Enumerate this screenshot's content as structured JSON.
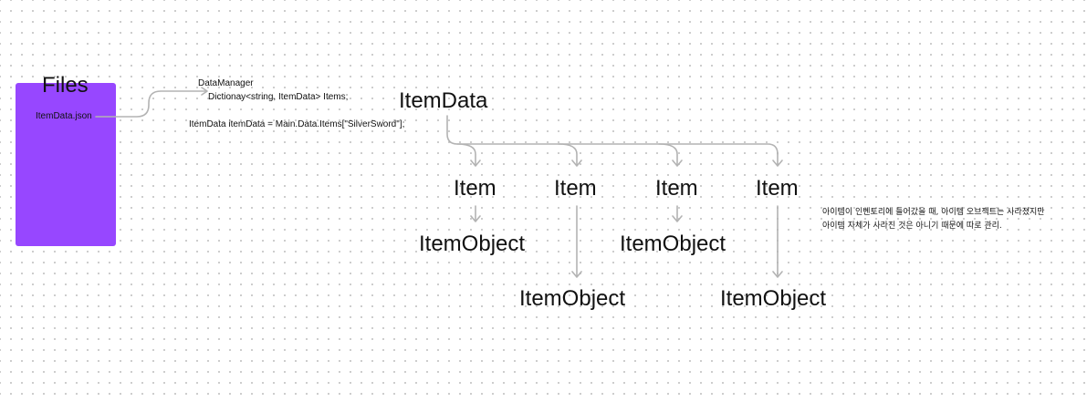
{
  "files": {
    "title": "Files",
    "file_name": "ItemData.json",
    "panel_color": "#9747ff"
  },
  "manager": {
    "class_name": "DataManager",
    "field_line": "Dictionay<string, ItemData> Items;",
    "access_line": "ItemData itemData = Main.Data.Items[\"SilverSword\"];"
  },
  "tree": {
    "root": "ItemData",
    "items": [
      "Item",
      "Item",
      "Item",
      "Item"
    ],
    "objects": [
      "ItemObject",
      "ItemObject",
      "ItemObject",
      "ItemObject"
    ]
  },
  "note": {
    "line1": "아이템이 인벤토리에 들어갔을 때, 아이템 오브젝트는 사라졌지만",
    "line2": "아이템 자체가 사라진 것은 아니기 때문에 따로 관리."
  },
  "colors": {
    "connector": "#b3b3b3",
    "text": "#111111",
    "background_dots": "#c9c9c9"
  }
}
